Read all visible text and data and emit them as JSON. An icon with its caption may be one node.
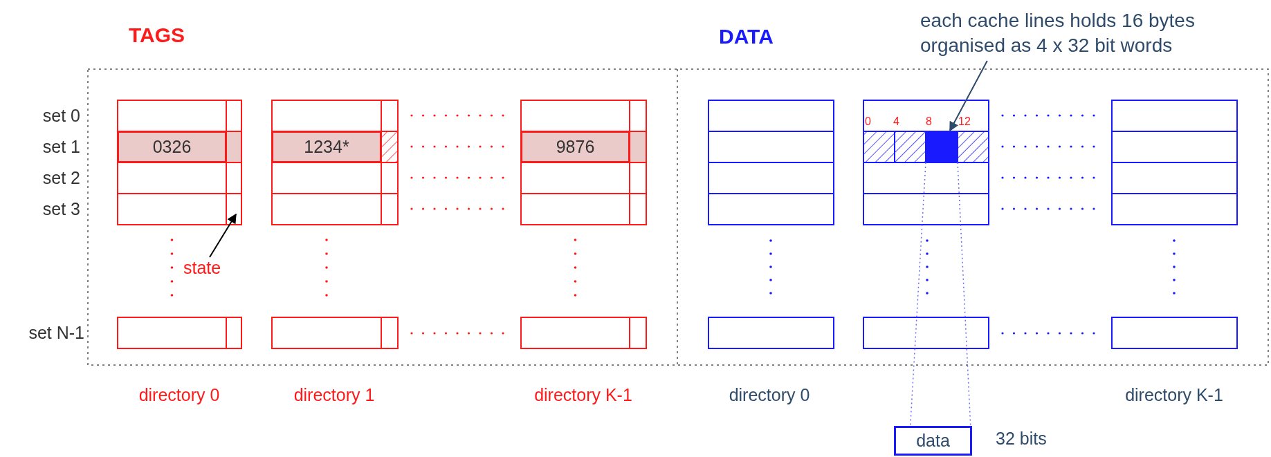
{
  "diagram": {
    "nodes": [
      {
        "text": [
          "0326"
        ]
      },
      {
        "text": [
          "1234*"
        ]
      },
      {
        "text": [
          "9876"
        ]
      },
      {
        "text": [],
        "shape": "box"
      },
      {
        "text": [
          "data"
        ],
        "beside": [
          "32 bits"
        ]
      },
      {
        "text": [
          "state"
        ]
      },
      {
        "text": [
          "each cache lines holds 16 bytes organised as 4 x 32 bit words"
        ]
      }
    ],
    "edges": [
      {
        "from": 5,
        "to": null,
        "arrow": "to",
        "color": "#000000"
      },
      {
        "from": 6,
        "to": 3,
        "arrow": "to",
        "color": "#2f4b6b"
      },
      {
        "from": 3,
        "to": 4,
        "arrow": "none",
        "style": "dashed"
      },
      {
        "from": 3,
        "to": 4,
        "arrow": "none",
        "style": "dashed"
      }
    ],
    "labels": [
      "TAGS",
      "DATA",
      "set 0",
      "set 1",
      "set 2",
      "set 3",
      "0",
      "4",
      "8",
      "12",
      "set N-1",
      "directory 0",
      "directory 1",
      "directory K-1",
      "directory 0",
      "directory K-1"
    ]
  }
}
